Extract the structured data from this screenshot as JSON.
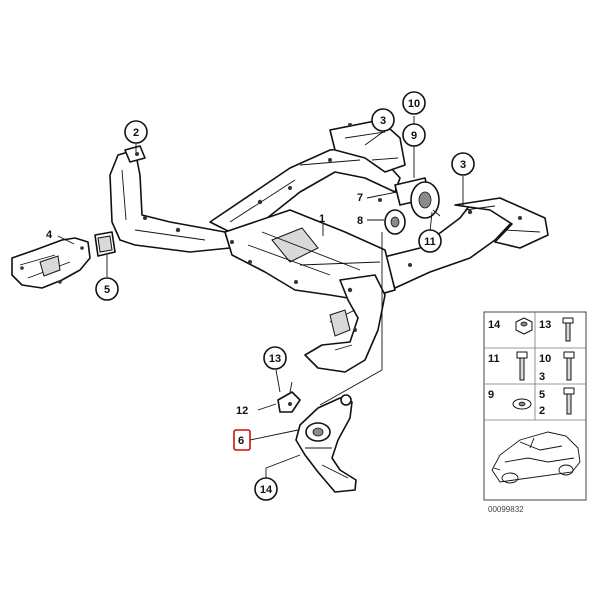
{
  "diagram": {
    "part_number": "00099832",
    "highlighted_callout": "6",
    "callouts": {
      "c1": "1",
      "c2": "2",
      "c3a": "3",
      "c3b": "3",
      "c4": "4",
      "c5": "5",
      "c6": "6",
      "c7": "7",
      "c8": "8",
      "c9": "9",
      "c10": "10",
      "c11": "11",
      "c12": "12",
      "c13": "13",
      "c14": "14"
    },
    "legend": {
      "row1": [
        "14",
        "13"
      ],
      "row2": [
        "11",
        "10",
        "3"
      ],
      "row3": [
        "9",
        "5",
        "2"
      ]
    },
    "colors": {
      "highlight": "#cc1111",
      "outline": "#111111"
    }
  }
}
